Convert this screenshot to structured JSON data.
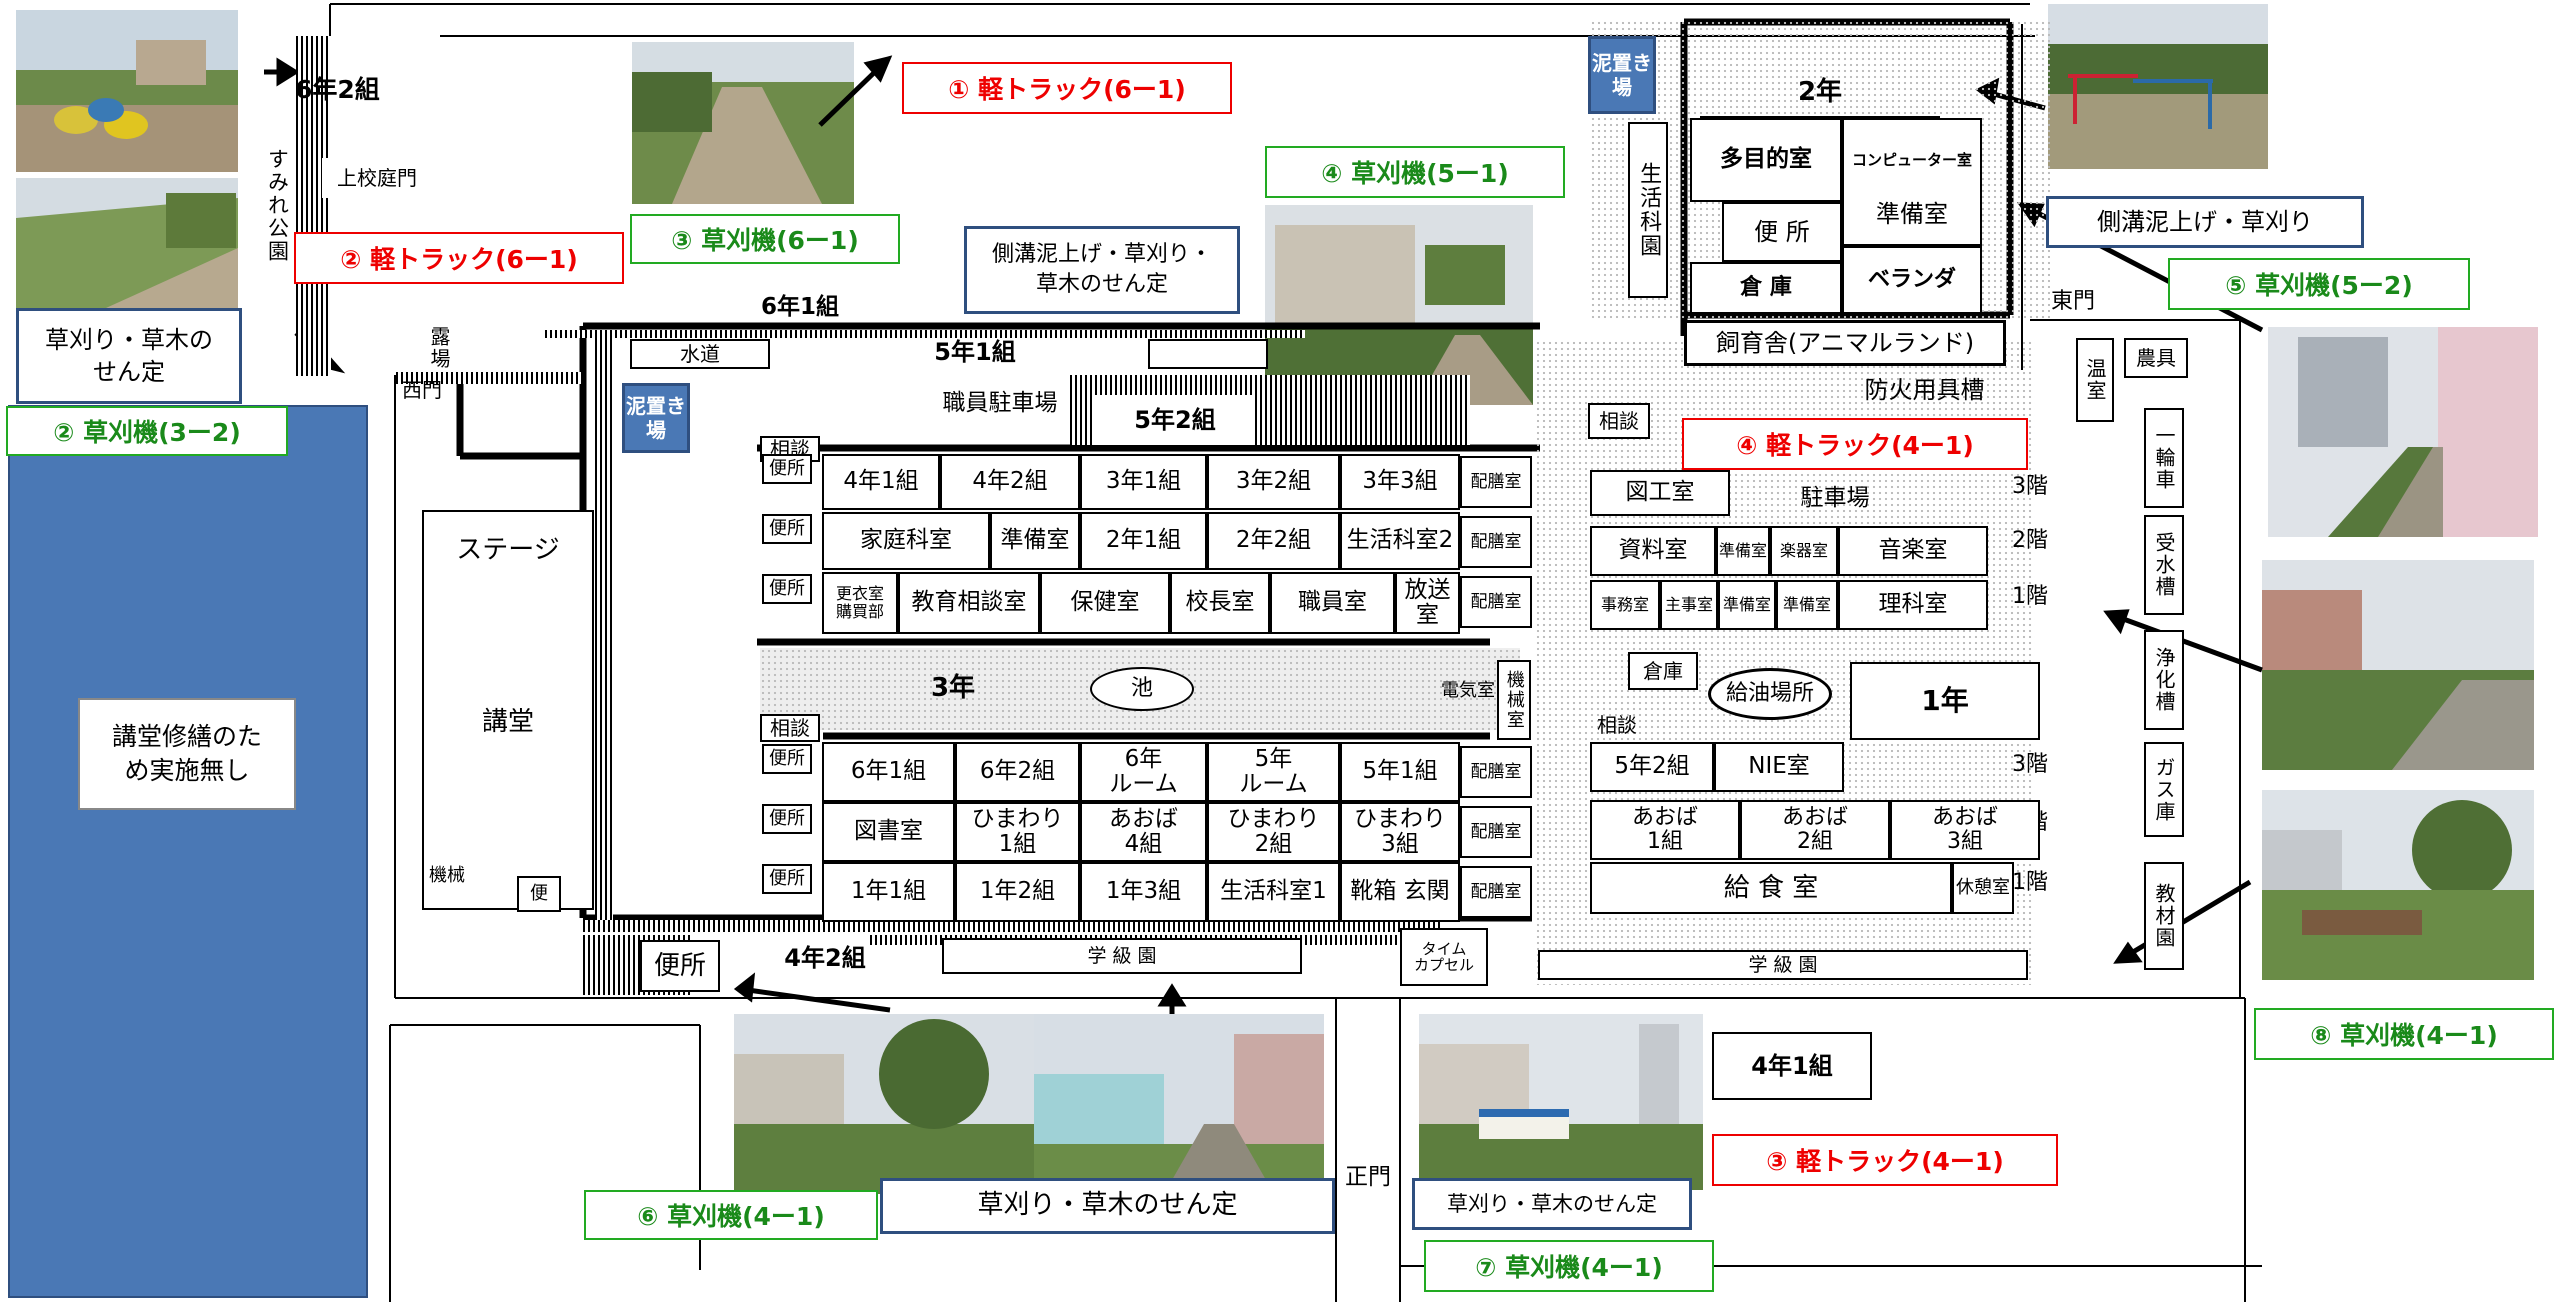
{
  "colors": {
    "red": "#e00000",
    "green": "#1a8a1a",
    "navy": "#2f4f7f",
    "blue_fill": "#4a78b5"
  },
  "labels": {
    "light_truck_1": "① 軽トラック(6ー1)",
    "light_truck_2": "② 軽トラック(6ー1)",
    "light_truck_3": "③ 軽トラック(4ー1)",
    "light_truck_4": "④ 軽トラック(4ー1)",
    "mower_2": "② 草刈機(3ー2)",
    "mower_3": "③ 草刈機(6ー1)",
    "mower_4": "④ 草刈機(5ー1)",
    "mower_5": "⑤ 草刈機(5ー2)",
    "mower_6": "⑥ 草刈機(4ー1)",
    "mower_7": "⑦ 草刈機(4ー1)",
    "mower_8": "⑧ 草刈機(4ー1)"
  },
  "notes": {
    "grass_trim_left": "草刈り・草木の\nせん定",
    "ditch_center": "側溝泥上げ・草刈り・\n草木のせん定",
    "ditch_right": "側溝泥上げ・草刈り",
    "grass_bottom": "草刈り・草木のせん定",
    "grass_bottom2": "草刈り・草木のせん定",
    "auditorium_repair": "講堂修繕のた\nめ実施無し"
  },
  "places": {
    "class_6_2": "6年2組",
    "sumire_park": "すみれ公園",
    "upper_gate": "上校庭門",
    "roofed": "露場",
    "west_gate": "西門",
    "class_6_1": "6年1組",
    "water": "水道",
    "class_5_1": "5年1組",
    "class_5_2": "5年2組",
    "staff_parking": "職員駐車場",
    "mud_storage": "泥置き場",
    "stage": "ステージ",
    "auditorium": "講堂",
    "machine": "機械",
    "toilet_small": "便",
    "toilet": "便所",
    "class_4_2": "4年2組",
    "class_garden": "学 級 園",
    "time_capsule": "タイム\nカプセル",
    "class_4_1": "4年1組",
    "main_gate": "正門",
    "east_gate": "東門",
    "year2": "2年",
    "life_sci_garden": "生活科園",
    "multipurpose": "多目的室",
    "computer": "コンピューター室",
    "prep": "準備室",
    "toilet2": "便 所",
    "storage": "倉 庫",
    "veranda": "ベランダ",
    "animal": "飼育舎(アニマルランド)",
    "fire": "防火用具槽",
    "greenhouse": "温室",
    "farm": "農具",
    "wheel": "一輪車",
    "water_tank": "受水槽",
    "septic": "浄化槽",
    "gas": "ガス庫",
    "material_garden": "教材園",
    "parking": "駐車場",
    "pond": "池",
    "year3": "3年",
    "year1": "1年",
    "fuel": "給油場所",
    "electric": "電気室",
    "machine_room": "機械室",
    "consult": "相談",
    "storehouse": "倉庫",
    "floor3": "3階",
    "floor2": "2階",
    "floor1": "1階"
  },
  "north_rows": {
    "r3": [
      "4年1組",
      "4年2組",
      "3年1組",
      "3年2組",
      "3年3組"
    ],
    "r2": [
      "家庭科室",
      "準備室",
      "2年1組",
      "2年2組",
      "生活科室2"
    ],
    "r1": [
      "更衣室\n購買部",
      "教育相談室",
      "保健室",
      "校長室",
      "職員室",
      "放送室"
    ]
  },
  "south_rows": {
    "r3": [
      "6年1組",
      "6年2組",
      "6年\nルーム",
      "5年\nルーム",
      "5年1組"
    ],
    "r2": [
      "図書室",
      "ひまわり\n1組",
      "あおば\n4組",
      "ひまわり\n2組",
      "ひまわり\n3組"
    ],
    "r1": [
      "1年1組",
      "1年2組",
      "1年3組",
      "生活科室1",
      "靴箱 玄関"
    ]
  },
  "east_rows": {
    "n3": [
      "図工室"
    ],
    "n2": [
      "資料室",
      "準備室",
      "楽器室",
      "音楽室"
    ],
    "n1": [
      "事務室",
      "主事室",
      "準備室",
      "準備室",
      "理科室"
    ],
    "s3": [
      "5年2組",
      "NIE室"
    ],
    "s2": [
      "あおば\n1組",
      "あおば\n2組",
      "あおば\n3組"
    ],
    "s1": [
      "給 食 室",
      "休憩室"
    ]
  },
  "misc": {
    "toilet_tag": "便所",
    "dish_room": "配膳室"
  }
}
